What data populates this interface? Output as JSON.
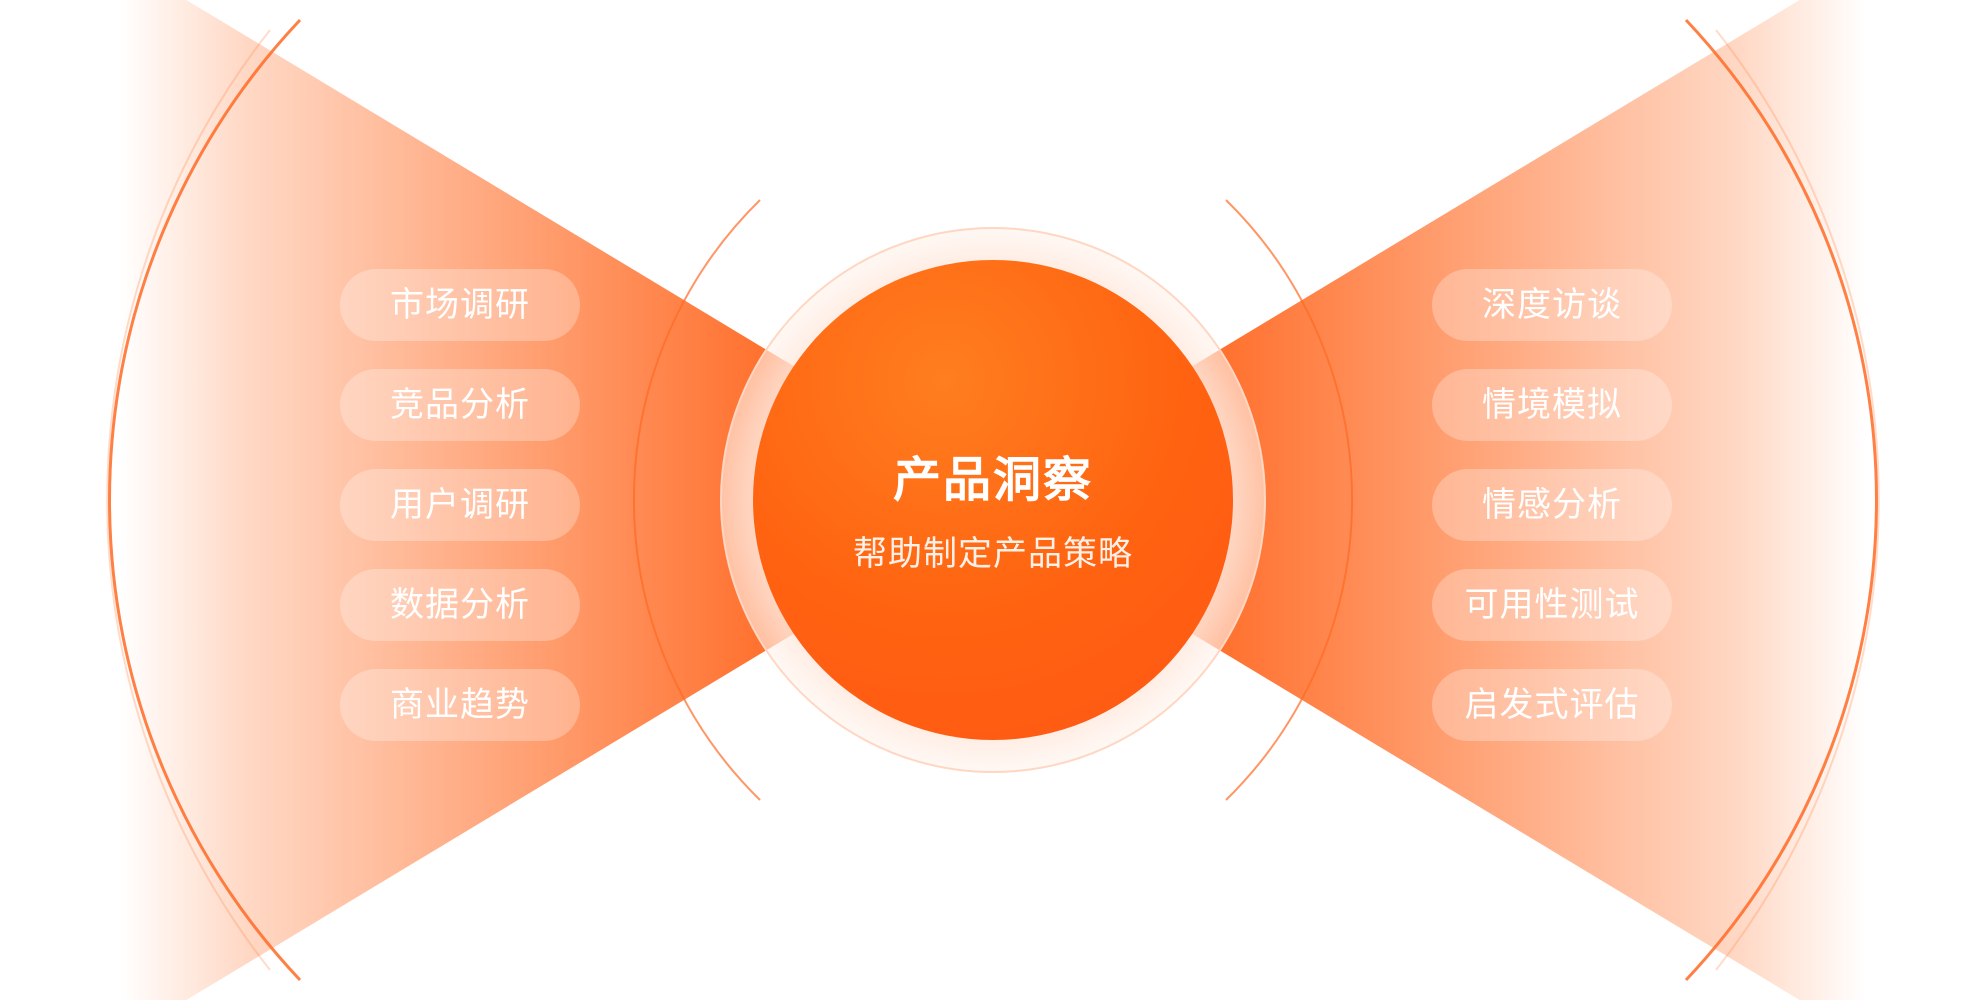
{
  "center": {
    "title": "产品洞察",
    "subtitle": "帮助制定产品策略"
  },
  "left_items": [
    {
      "label": "市场调研"
    },
    {
      "label": "竞品分析"
    },
    {
      "label": "用户调研"
    },
    {
      "label": "数据分析"
    },
    {
      "label": "商业趋势"
    }
  ],
  "right_items": [
    {
      "label": "深度访谈"
    },
    {
      "label": "情境模拟"
    },
    {
      "label": "情感分析"
    },
    {
      "label": "可用性测试"
    },
    {
      "label": "启发式评估"
    }
  ],
  "colors": {
    "accent": "#FF5A14",
    "accent_light": "#FF7F3A",
    "background": "#FFFFFF"
  }
}
